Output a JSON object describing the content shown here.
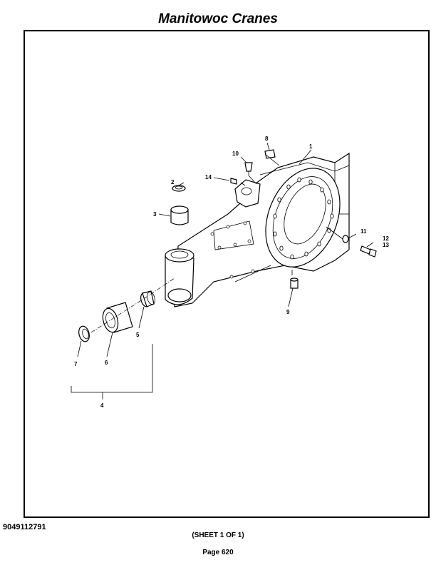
{
  "header": {
    "title": "Manitowoc Cranes"
  },
  "callouts": {
    "c1": "1",
    "c2": "2",
    "c3": "3",
    "c4": "4",
    "c5": "5",
    "c6": "6",
    "c7": "7",
    "c8": "8",
    "c9": "9",
    "c10": "10",
    "c11": "11",
    "c12": "12",
    "c13": "13",
    "c14": "14"
  },
  "footer": {
    "doc_number": "9049112791",
    "sheet": "(SHEET 1 OF 1)",
    "page": "Page 620"
  }
}
